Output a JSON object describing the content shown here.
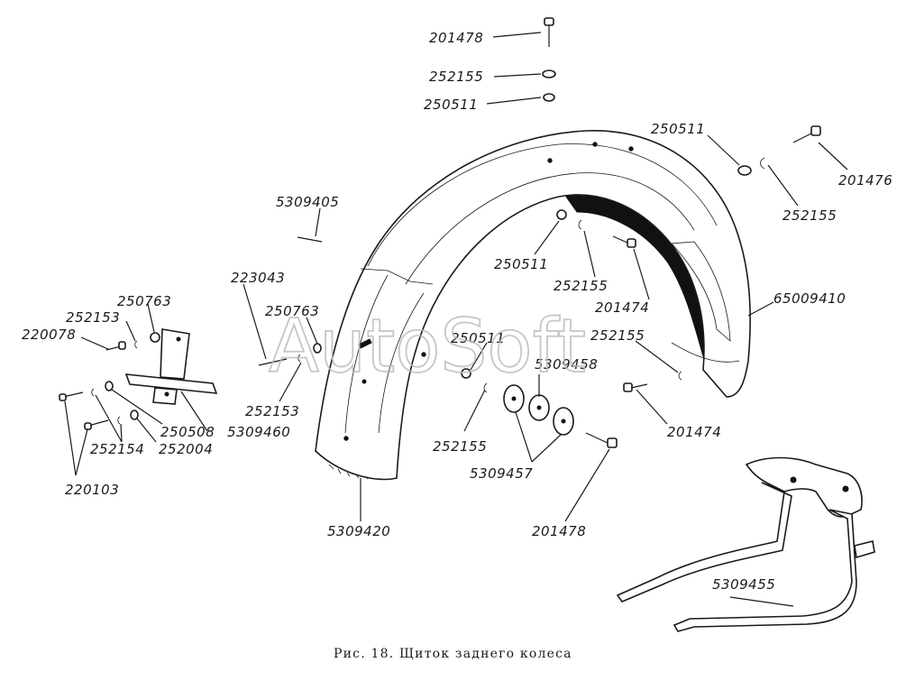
{
  "figure": {
    "caption": "Рис.  18.  Щиток  заднего  колеса",
    "watermark": "AutoSoft"
  },
  "labels": [
    {
      "id": "l-201478-top",
      "text": "201478"
    },
    {
      "id": "l-252155-top",
      "text": "252155"
    },
    {
      "id": "l-250511-top",
      "text": "250511"
    },
    {
      "id": "l-250511-right",
      "text": "250511"
    },
    {
      "id": "l-201476",
      "text": "201476"
    },
    {
      "id": "l-252155-right",
      "text": "252155"
    },
    {
      "id": "l-5309405",
      "text": "5309405"
    },
    {
      "id": "l-250511-mid",
      "text": "250511"
    },
    {
      "id": "l-252155-mid",
      "text": "252155"
    },
    {
      "id": "l-201474-mid",
      "text": "201474"
    },
    {
      "id": "l-65009410",
      "text": "65009410"
    },
    {
      "id": "l-223043",
      "text": "223043"
    },
    {
      "id": "l-250763-a",
      "text": "250763"
    },
    {
      "id": "l-250763-b",
      "text": "250763"
    },
    {
      "id": "l-252153-a",
      "text": "252153"
    },
    {
      "id": "l-220078",
      "text": "220078"
    },
    {
      "id": "l-250511-low",
      "text": "250511"
    },
    {
      "id": "l-5309458",
      "text": "5309458"
    },
    {
      "id": "l-252155-low-right",
      "text": "252155"
    },
    {
      "id": "l-201474-low",
      "text": "201474"
    },
    {
      "id": "l-252153-b",
      "text": "252153"
    },
    {
      "id": "l-250508",
      "text": "250508"
    },
    {
      "id": "l-5309460",
      "text": "5309460"
    },
    {
      "id": "l-252154",
      "text": "252154"
    },
    {
      "id": "l-252004",
      "text": "252004"
    },
    {
      "id": "l-252155-low",
      "text": "252155"
    },
    {
      "id": "l-5309457",
      "text": "5309457"
    },
    {
      "id": "l-220103",
      "text": "220103"
    },
    {
      "id": "l-5309420",
      "text": "5309420"
    },
    {
      "id": "l-201478-low",
      "text": "201478"
    },
    {
      "id": "l-5309455",
      "text": "5309455"
    }
  ]
}
